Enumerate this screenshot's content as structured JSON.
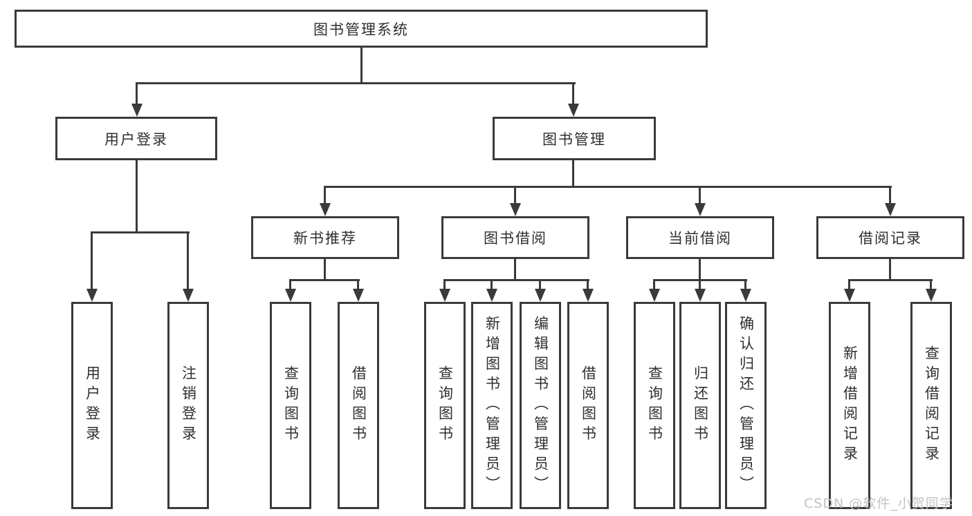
{
  "nodes": {
    "root": {
      "label": "图书管理系统"
    },
    "user_login": {
      "label": "用户登录"
    },
    "book_management": {
      "label": "图书管理"
    },
    "new_book_recommendation": {
      "label": "新书推荐"
    },
    "book_borrowing": {
      "label": "图书借阅"
    },
    "current_borrowing": {
      "label": "当前借阅"
    },
    "borrowing_records": {
      "label": "借阅记录"
    },
    "leaves": {
      "user_login": {
        "label": "用户登录"
      },
      "logout": {
        "label": "注销登录"
      },
      "recommend_query_book": {
        "label": "查询图书"
      },
      "recommend_borrow_book": {
        "label": "借阅图书"
      },
      "borrow_query_book": {
        "label": "查询图书"
      },
      "add_book_admin": {
        "label": "新增图书（管理员）"
      },
      "edit_book_admin": {
        "label": "编辑图书（管理员）"
      },
      "borrow_borrow_book": {
        "label": "借阅图书"
      },
      "current_query_book": {
        "label": "查询图书"
      },
      "return_book": {
        "label": "归还图书"
      },
      "confirm_return_admin": {
        "label": "确认归还（管理员）"
      },
      "add_borrow_record": {
        "label": "新增借阅记录"
      },
      "query_borrow_record": {
        "label": "查询借阅记录"
      }
    }
  },
  "watermark": {
    "label": "CSDN @软件_小贺同学"
  },
  "colors": {
    "line": "#3a3a3a",
    "text": "#2f2f2f",
    "box_background": "#ffffff",
    "watermark_text": "#c3c3c3"
  }
}
